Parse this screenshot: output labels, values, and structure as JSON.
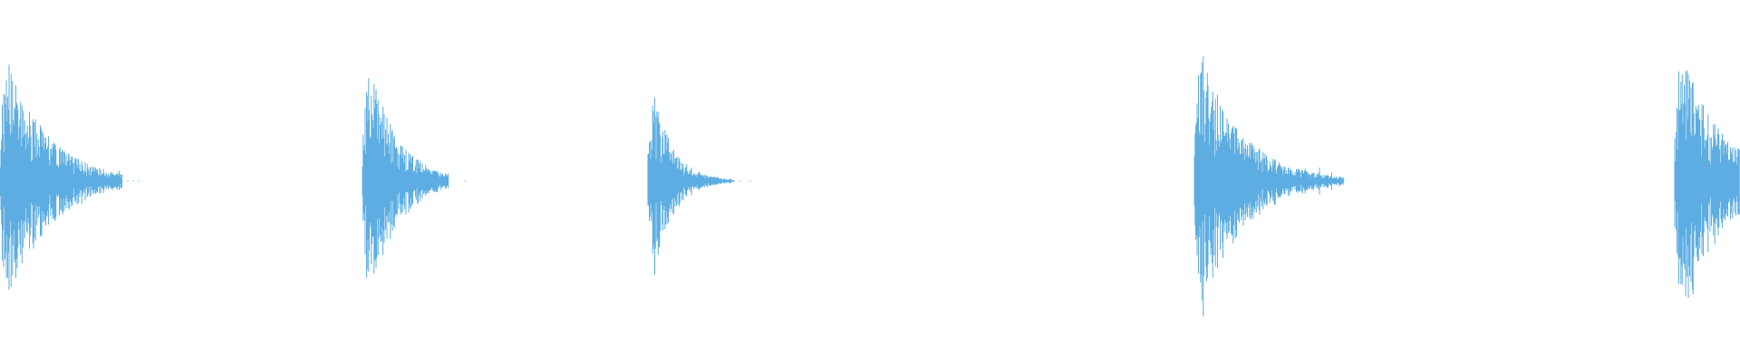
{
  "waveform": {
    "color": "#5dade2",
    "background": "#ffffff",
    "bursts": [
      {
        "peak": 0.92,
        "tail_peak": 0.45,
        "decay": "slow"
      },
      {
        "peak": 0.9,
        "tail_peak": 0.3,
        "decay": "medium"
      },
      {
        "peak": 0.65,
        "tail_peak": 0.2,
        "decay": "fast"
      },
      {
        "peak": 0.96,
        "tail_peak": 0.55,
        "decay": "slow"
      },
      {
        "peak": 0.96,
        "tail_peak": 0.5,
        "decay": "slow"
      }
    ]
  }
}
